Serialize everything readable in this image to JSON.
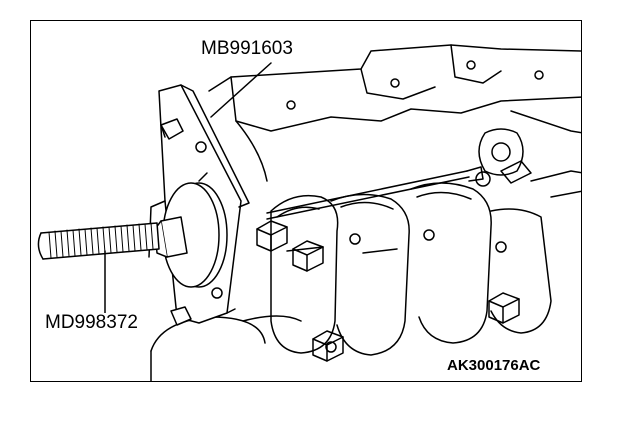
{
  "callouts": {
    "tool_top": "MB991603",
    "tool_left": "MD998372"
  },
  "figure_id": "AK300176AC",
  "colors": {
    "ink": "#000000",
    "paper": "#ffffff"
  }
}
